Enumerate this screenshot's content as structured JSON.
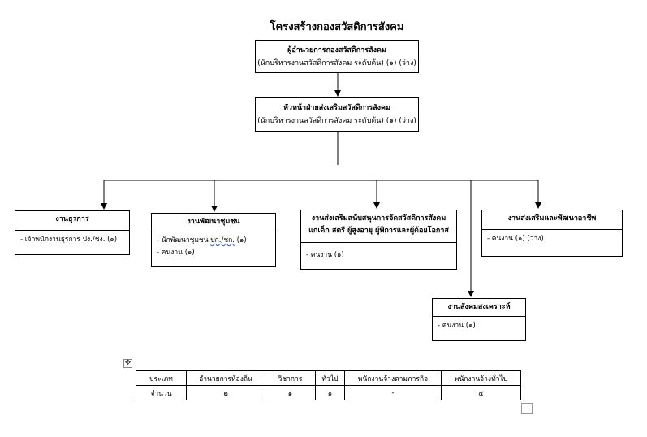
{
  "title": "โครงสร้างกองสวัสดิการสังคม",
  "director": {
    "title": "ผู้อำนวยการกองสวัสดิการสังคม",
    "subtitle": "(นักบริหารงานสวัสดิการสังคม ระดับต้น) (๑) (ว่าง)"
  },
  "section_head": {
    "title": "หัวหน้าฝ่ายส่งเสริมสวัสดิการสังคม",
    "subtitle": "(นักบริหารงานสวัสดิการสังคม ระดับต้น) (๑) (ว่าง)"
  },
  "units": {
    "general": {
      "title": "งานธุรการ",
      "items": [
        "- เจ้าพนักงานธุรการ ปง./ชง. (๑)"
      ]
    },
    "community": {
      "title": "งานพัฒนาชุมชน",
      "item1_prefix": "- นักพัฒนาชุมชน ",
      "item1_underlined": "ปก./ชก.",
      "item1_suffix": " (๑)",
      "item2": "- คนงาน (๑)"
    },
    "welfare": {
      "title_line1": "งานส่งเสริมสนับสนุนการจัดสวัสดิการสังคม",
      "title_line2": "แก่เด็ก สตรี ผู้สูงอายุ ผู้พิการและผู้ด้อยโอกาส",
      "items": [
        "- คนงาน (๑)"
      ]
    },
    "career": {
      "title": "งานส่งเสริมและพัฒนาอาชีพ",
      "items": [
        "- คนงาน (๑) (ว่าง)"
      ]
    },
    "relief": {
      "title": "งานสังคมสงเคราะห์",
      "items": [
        "- คนงาน (๑)"
      ]
    }
  },
  "table": {
    "header": [
      "ประเภท",
      "อำนวยการท้องถิ่น",
      "วิชาการ",
      "ทั่วไป",
      "พนักงานจ้างตามภารกิจ",
      "พนักงานจ้างทั่วไป"
    ],
    "row": [
      "จำนวน",
      "๒",
      "๑",
      "๑",
      "-",
      "๔"
    ]
  },
  "icons": {
    "move": "move-icon",
    "resize": "resize-handle-icon"
  }
}
